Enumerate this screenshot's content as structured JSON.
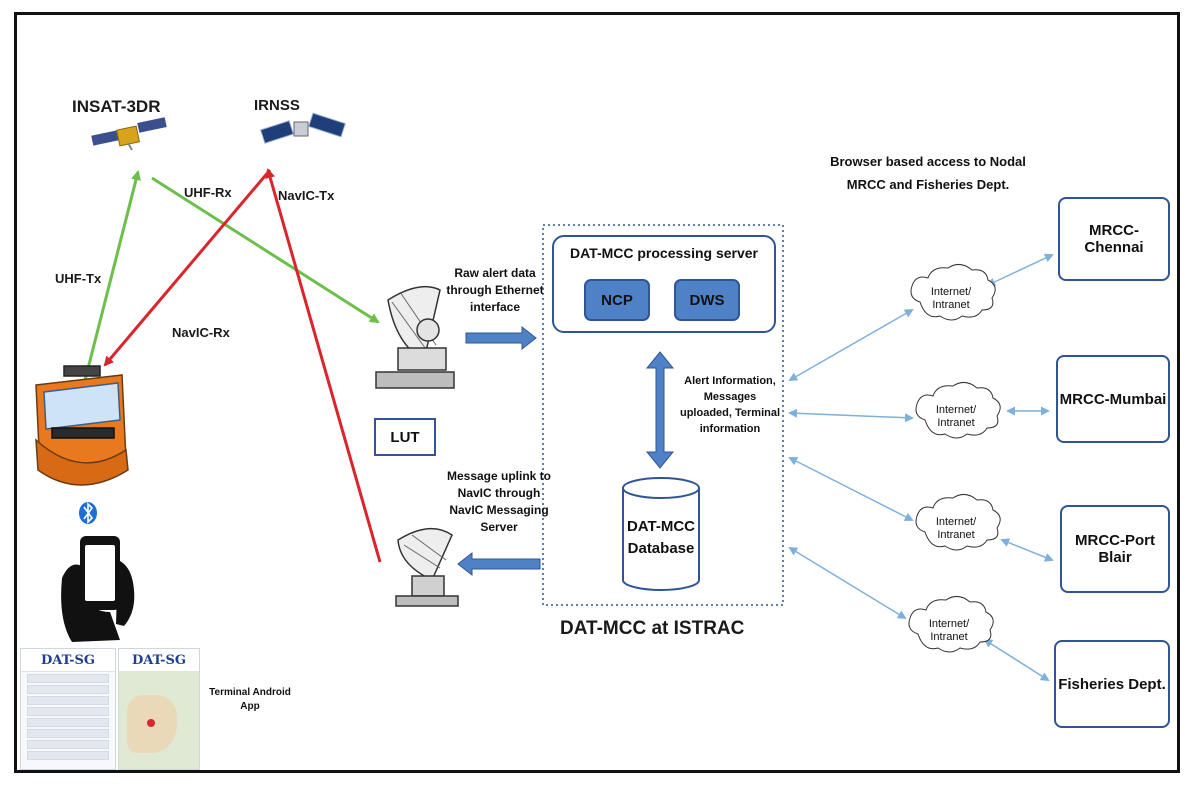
{
  "satellites": {
    "insat": "INSAT-3DR",
    "irnss": "IRNSS"
  },
  "links": {
    "uhf_tx": "UHF-Tx",
    "uhf_rx": "UHF-Rx",
    "navic_rx": "NavIC-Rx",
    "navic_tx": "NavIC-Tx"
  },
  "ground": {
    "raw_alert": [
      "Raw alert data",
      "through Ethernet",
      "interface"
    ],
    "lut": "LUT",
    "uplink": [
      "Message uplink to",
      "NavIC through",
      "NavIC Messaging",
      "Server"
    ]
  },
  "mcc": {
    "server_title": "DAT-MCC processing server",
    "ncp": "NCP",
    "dws": "DWS",
    "db_info": [
      "Alert Information,",
      "Messages",
      "uploaded, Terminal",
      "information"
    ],
    "database": [
      "DAT-MCC",
      "Database"
    ],
    "caption": "DAT-MCC at ISTRAC"
  },
  "browser_access": [
    "Browser based access to Nodal",
    "MRCC and Fisheries Dept."
  ],
  "cloud_label": [
    "Internet/",
    "Intranet"
  ],
  "nodes": {
    "chennai": "MRCC-Chennai",
    "mumbai": "MRCC-Mumbai",
    "port_blair": [
      "MRCC-Port",
      "Blair"
    ],
    "fisheries": "Fisheries Dept."
  },
  "app": {
    "brand": "DAT-SG",
    "caption": [
      "Terminal Android",
      "App"
    ]
  },
  "colors": {
    "uhf_link": "#6cc04a",
    "navic_link": "#d9262c",
    "flow_arrow": "#4f81c7",
    "box_border": "#2f5597",
    "net_arrow": "#7fb0dc"
  }
}
